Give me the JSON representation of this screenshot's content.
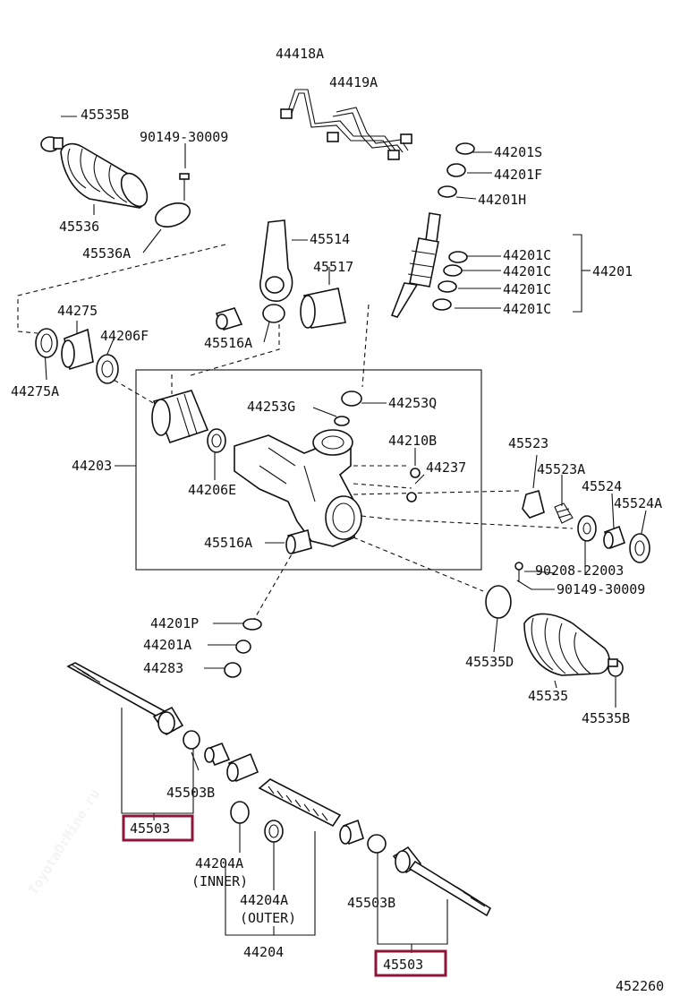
{
  "diagram": {
    "watermark": "ToyotaOrMine.ru",
    "figure_number": "452260",
    "labels": {
      "l44418A": "44418A",
      "l44419A": "44419A",
      "l45535B_top": "45535B",
      "l90149_30009_top": "90149-30009",
      "l45536": "45536",
      "l45536A": "45536A",
      "l44201S": "44201S",
      "l44201F": "44201F",
      "l44201H": "44201H",
      "l44201C_1": "44201C",
      "l44201C_2": "44201C",
      "l44201C_3": "44201C",
      "l44201C_4": "44201C",
      "l44201": "44201",
      "l45514": "45514",
      "l45517": "45517",
      "l45516A_top": "45516A",
      "l44275": "44275",
      "l44206F": "44206F",
      "l44275A": "44275A",
      "l44203": "44203",
      "l44253G": "44253G",
      "l44253Q": "44253Q",
      "l44210B": "44210B",
      "l44237": "44237",
      "l44206E": "44206E",
      "l45516A_mid": "45516A",
      "l45523": "45523",
      "l45523A": "45523A",
      "l45524": "45524",
      "l45524A": "45524A",
      "l90208_22003": "90208-22003",
      "l90149_30009_mid": "90149-30009",
      "l44201P": "44201P",
      "l44201A": "44201A",
      "l44283": "44283",
      "l45535D": "45535D",
      "l45535": "45535",
      "l45535B_bottom": "45535B",
      "l45503B_left": "45503B",
      "l45503_left": "45503",
      "l44204A_inner": "44204A",
      "l_inner": "(INNER)",
      "l44204A_outer": "44204A",
      "l_outer": "(OUTER)",
      "l44204": "44204",
      "l45503B_right": "45503B",
      "l45503_right": "45503"
    }
  }
}
